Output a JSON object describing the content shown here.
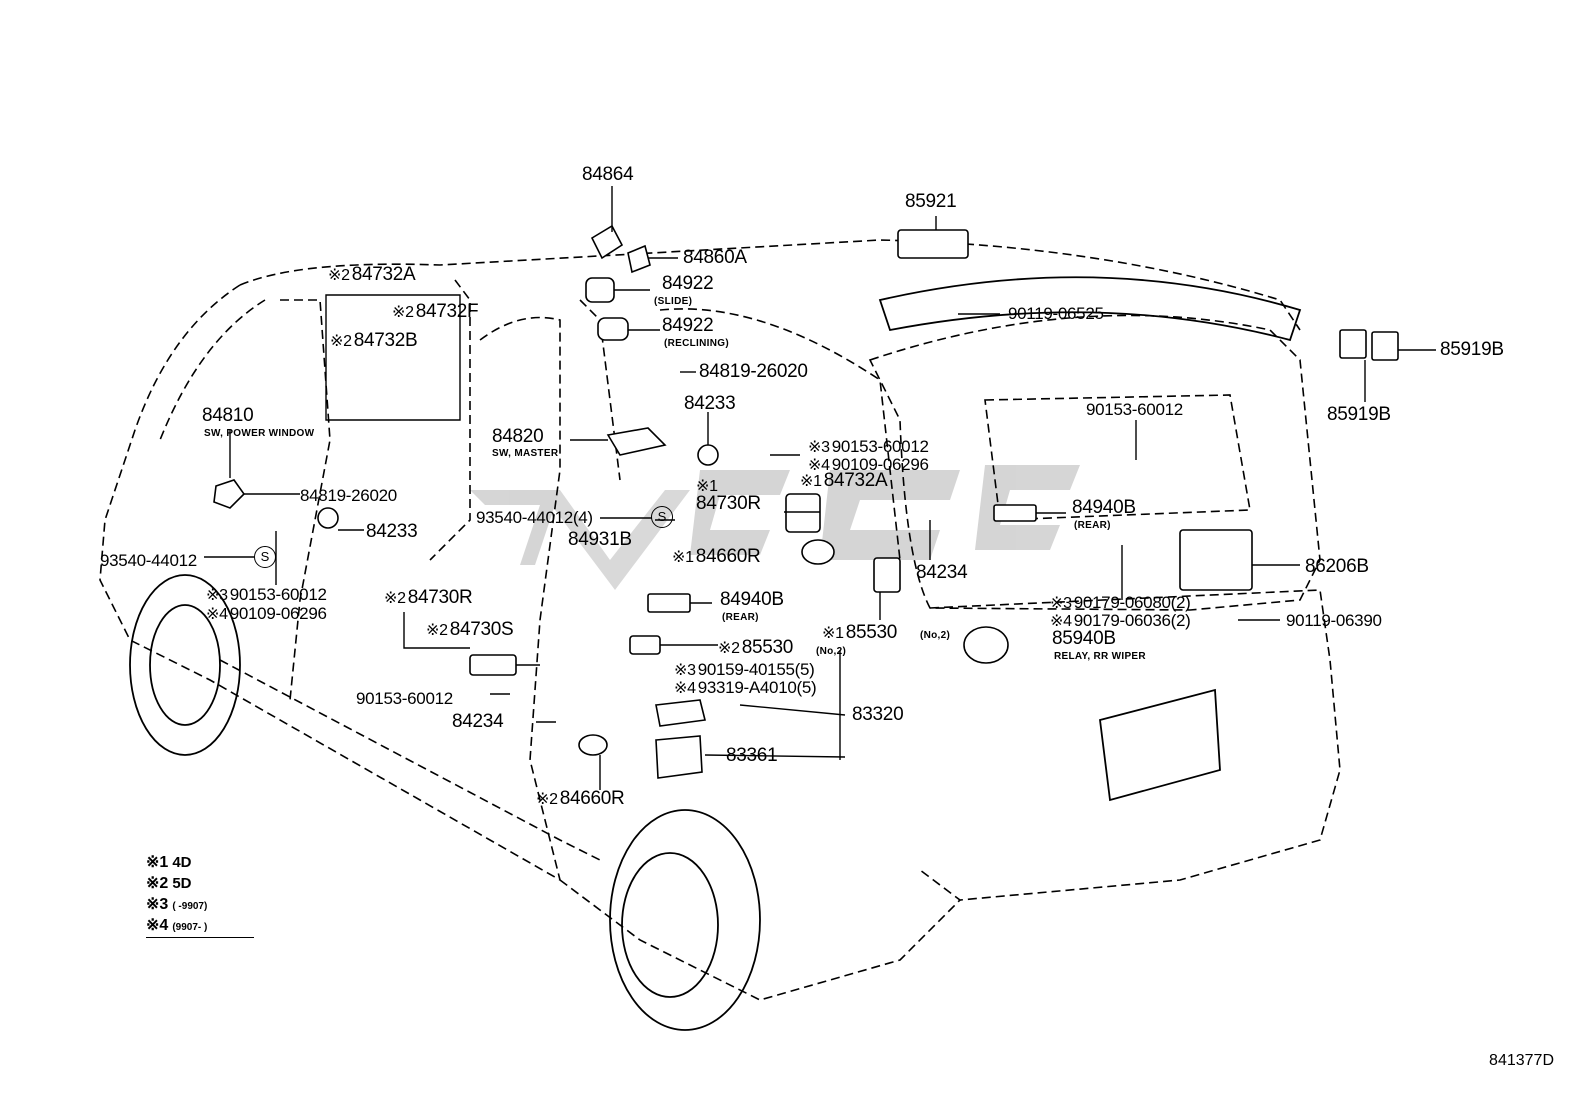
{
  "callouts": [
    {
      "id": "c84864",
      "text": "84864"
    },
    {
      "id": "c84860A",
      "text": "84860A"
    },
    {
      "id": "c84922s",
      "text": "84922",
      "sub": "(SLIDE)"
    },
    {
      "id": "c84922r",
      "text": "84922",
      "sub": "(RECLINING)"
    },
    {
      "id": "c84819a",
      "text": "84819-26020"
    },
    {
      "id": "c84233a",
      "text": "84233"
    },
    {
      "id": "c84820",
      "text": "84820",
      "sub": "SW, MASTER"
    },
    {
      "id": "c84732A1",
      "mark": "※2",
      "text": "84732A"
    },
    {
      "id": "c84732F",
      "mark": "※2",
      "text": "84732F"
    },
    {
      "id": "c84732B",
      "mark": "※2",
      "text": "84732B"
    },
    {
      "id": "c84810",
      "text": "84810",
      "sub": "SW, POWER WINDOW"
    },
    {
      "id": "c84819b",
      "text": "84819-26020"
    },
    {
      "id": "c84233b",
      "text": "84233"
    },
    {
      "id": "c93540a",
      "text": "93540-44012"
    },
    {
      "id": "c90153a",
      "mark": "※3",
      "text": "90153-60012"
    },
    {
      "id": "c90109a",
      "mark": "※4",
      "text": "90109-06296"
    },
    {
      "id": "c84730Rl",
      "mark": "※2",
      "text": "84730R"
    },
    {
      "id": "c84730S",
      "mark": "※2",
      "text": "84730S"
    },
    {
      "id": "c90153b",
      "text": "90153-60012"
    },
    {
      "id": "c84234a",
      "text": "84234"
    },
    {
      "id": "c84660Rl",
      "mark": "※2",
      "text": "84660R"
    },
    {
      "id": "c93540b",
      "text": "93540-44012(4)"
    },
    {
      "id": "c84931B",
      "text": "84931B"
    },
    {
      "id": "c90153c",
      "mark": "※3",
      "text": "90153-60012"
    },
    {
      "id": "c90109b",
      "mark": "※4",
      "text": "90109-06296"
    },
    {
      "id": "c84732A2",
      "mark": "※1",
      "text": "84732A"
    },
    {
      "id": "c84730Rr",
      "mark": "※1",
      "text": "84730R"
    },
    {
      "id": "c84660Rr",
      "mark": "※1",
      "text": "84660R"
    },
    {
      "id": "c84940Bm",
      "text": "84940B",
      "sub": "(REAR)"
    },
    {
      "id": "c85530a",
      "mark": "※2",
      "text": "85530",
      "sub": "(No,2)"
    },
    {
      "id": "c90159",
      "mark": "※3",
      "text": "90159-40155(5)"
    },
    {
      "id": "c93319",
      "mark": "※4",
      "text": "93319-A4010(5)"
    },
    {
      "id": "c83320",
      "text": "83320"
    },
    {
      "id": "c83361",
      "text": "83361"
    },
    {
      "id": "c85530b",
      "mark": "※1",
      "text": "85530",
      "sub": "(No,2)"
    },
    {
      "id": "c85921",
      "text": "85921"
    },
    {
      "id": "c90119a",
      "text": "90119-06525"
    },
    {
      "id": "c85919Bt",
      "text": "85919B"
    },
    {
      "id": "c85919Bb",
      "text": "85919B"
    },
    {
      "id": "c90153d",
      "text": "90153-60012"
    },
    {
      "id": "c84940Br",
      "text": "84940B",
      "sub": "(REAR)"
    },
    {
      "id": "c84234b",
      "text": "84234"
    },
    {
      "id": "c86206B",
      "text": "86206B"
    },
    {
      "id": "c90179a",
      "mark": "※3",
      "text": "90179-06080(2)"
    },
    {
      "id": "c90179b",
      "mark": "※4",
      "text": "90179-06036(2)"
    },
    {
      "id": "c90119b",
      "text": "90119-06390"
    },
    {
      "id": "c85940B",
      "text": "85940B",
      "sub": "RELAY, RR WIPER"
    }
  ],
  "symbols": {
    "s": "S"
  },
  "legend": [
    {
      "mark": "※1",
      "text": "4D"
    },
    {
      "mark": "※2",
      "text": "5D"
    },
    {
      "mark": "※3",
      "text": "(       -9907)"
    },
    {
      "mark": "※4",
      "text": "(9907-       )"
    }
  ],
  "figure_number": "841377D",
  "icons": {
    "line_color": "#000000",
    "background": "#ffffff",
    "watermark_color": "#cccccc"
  }
}
